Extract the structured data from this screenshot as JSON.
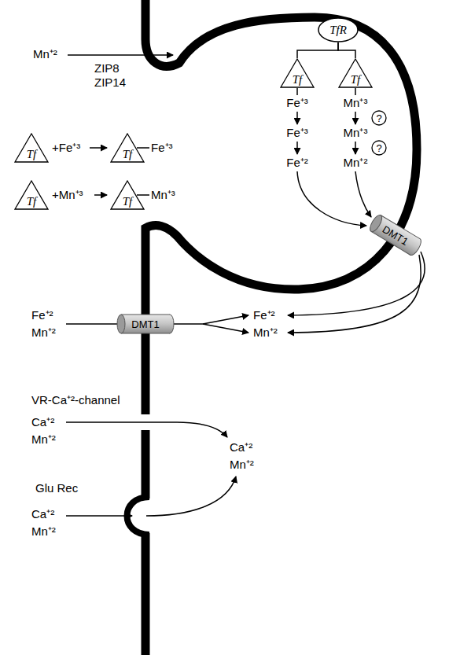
{
  "diagram": {
    "nodes": [
      {
        "text": [
          "TfR"
        ]
      },
      {
        "text": [
          "Tf"
        ]
      },
      {
        "text": [
          "Tf"
        ]
      },
      {
        "text": [
          "?"
        ]
      },
      {
        "text": [
          "Tf"
        ]
      },
      {
        "text": [
          "Tf"
        ]
      },
      {
        "text": [
          "?"
        ]
      },
      {
        "text": [
          "Tf"
        ]
      },
      {
        "text": [
          "Tf"
        ]
      },
      {
        "text": [
          "DMT1"
        ]
      },
      {
        "text": [
          "DMT1"
        ]
      }
    ],
    "edges": [
      {
        "from": 0,
        "to": 1,
        "arrow": "none"
      },
      {
        "from": 0,
        "to": 2,
        "arrow": "none"
      }
    ],
    "labels": [
      "Mn⁺²",
      "ZIP8",
      "ZIP14",
      "Fe⁺³",
      "Mn⁺³",
      "Fe⁺³",
      "Mn⁺³",
      "+Fe⁺³",
      "Fe⁺³",
      "Fe⁺²",
      "Mn⁺²",
      "+Mn⁺³",
      "Mn⁺³",
      "Fe⁺²",
      "Fe⁺²",
      "Mn⁺²",
      "Mn⁺²",
      "VR-Ca⁺²-channel",
      "Ca⁺²",
      "Mn⁺²",
      "Ca⁺²",
      "Mn⁺²",
      "Glu Rec",
      "Ca⁺²",
      "Mn⁺²"
    ]
  }
}
